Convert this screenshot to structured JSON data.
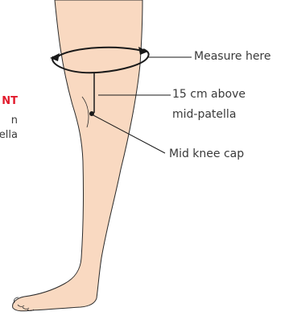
{
  "side_text": {
    "heading": "NT",
    "line1": "n",
    "line2": "ella"
  },
  "labels": {
    "measure_here": "Measure here",
    "above_line1": "15 cm above",
    "above_line2": "mid-patella",
    "mid_knee_cap": "Mid knee cap"
  },
  "colors": {
    "accent": "#e21a2c",
    "skin": "#f9d9c1",
    "outline": "#2b2b2b",
    "text": "#3a3a3a"
  }
}
